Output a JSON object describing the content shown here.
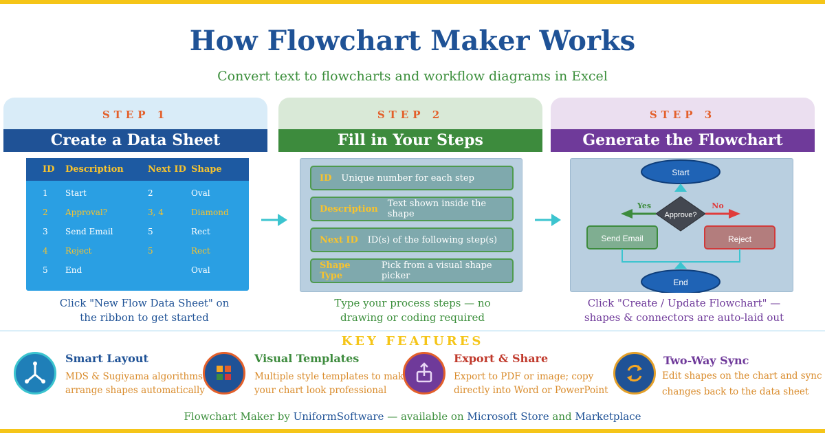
{
  "title": "How Flowchart Maker Works",
  "subtitle": "Convert text to flowcharts and workflow diagrams in Excel",
  "steps": [
    {
      "label": "STEP 1",
      "heading": "Create a Data Sheet",
      "caption_line1": "Click \"New Flow Data Sheet\" on",
      "caption_line2": "the ribbon to get started"
    },
    {
      "label": "STEP 2",
      "heading": "Fill in Your Steps",
      "caption_line1": "Type your process steps — no",
      "caption_line2": "drawing or coding required"
    },
    {
      "label": "STEP 3",
      "heading": "Generate the Flowchart",
      "caption_line1": "Click \"Create / Update Flowchart\" —",
      "caption_line2": "shapes & connectors are auto-laid out"
    }
  ],
  "table": {
    "headers": [
      "ID",
      "Description",
      "Next ID",
      "Shape"
    ],
    "rows": [
      [
        "1",
        "Start",
        "2",
        "Oval"
      ],
      [
        "2",
        "Approval?",
        "3, 4",
        "Diamond"
      ],
      [
        "3",
        "Send Email",
        "5",
        "Rect"
      ],
      [
        "4",
        "Reject",
        "5",
        "Rect"
      ],
      [
        "5",
        "End",
        "",
        "Oval"
      ]
    ]
  },
  "fields": [
    {
      "key": "ID",
      "desc": "Unique number for each step"
    },
    {
      "key": "Description",
      "desc": "Text shown inside the shape"
    },
    {
      "key": "Next ID",
      "desc": "ID(s) of the following step(s)"
    },
    {
      "key": "Shape Type",
      "desc": "Pick from a visual shape picker"
    }
  ],
  "flowchart": {
    "start": "Start",
    "decision": "Approve?",
    "yes": "Yes",
    "no": "No",
    "left_box": "Send Email",
    "right_box": "Reject",
    "end": "End"
  },
  "key_features_title": "KEY FEATURES",
  "features": [
    {
      "name": "Smart Layout",
      "line1": "MDS & Sugiyama algorithms",
      "line2": "arrange shapes automatically",
      "icon": "tree-layout-icon"
    },
    {
      "name": "Visual Templates",
      "line1": "Multiple style templates to make",
      "line2": "your chart look professional",
      "icon": "color-grid-icon"
    },
    {
      "name": "Export & Share",
      "line1": "Export to PDF or image; copy",
      "line2": "directly into Word or PowerPoint",
      "icon": "export-icon"
    },
    {
      "name": "Two-Way Sync",
      "line1": "Edit shapes on the chart and sync",
      "line2": "changes back to the data sheet",
      "icon": "sync-icon"
    }
  ],
  "footer": {
    "prefix": "Flowchart Maker by",
    "brand": "UniformSoftware",
    "middle": "— available on",
    "store": "Microsoft Store",
    "and": "and",
    "market": "Marketplace"
  },
  "colors": {
    "accent_blue": "#1f5296",
    "accent_green": "#3d8b3d",
    "accent_purple": "#6f3a9a",
    "accent_yellow": "#f5c518",
    "teal": "#3cc4cf"
  }
}
